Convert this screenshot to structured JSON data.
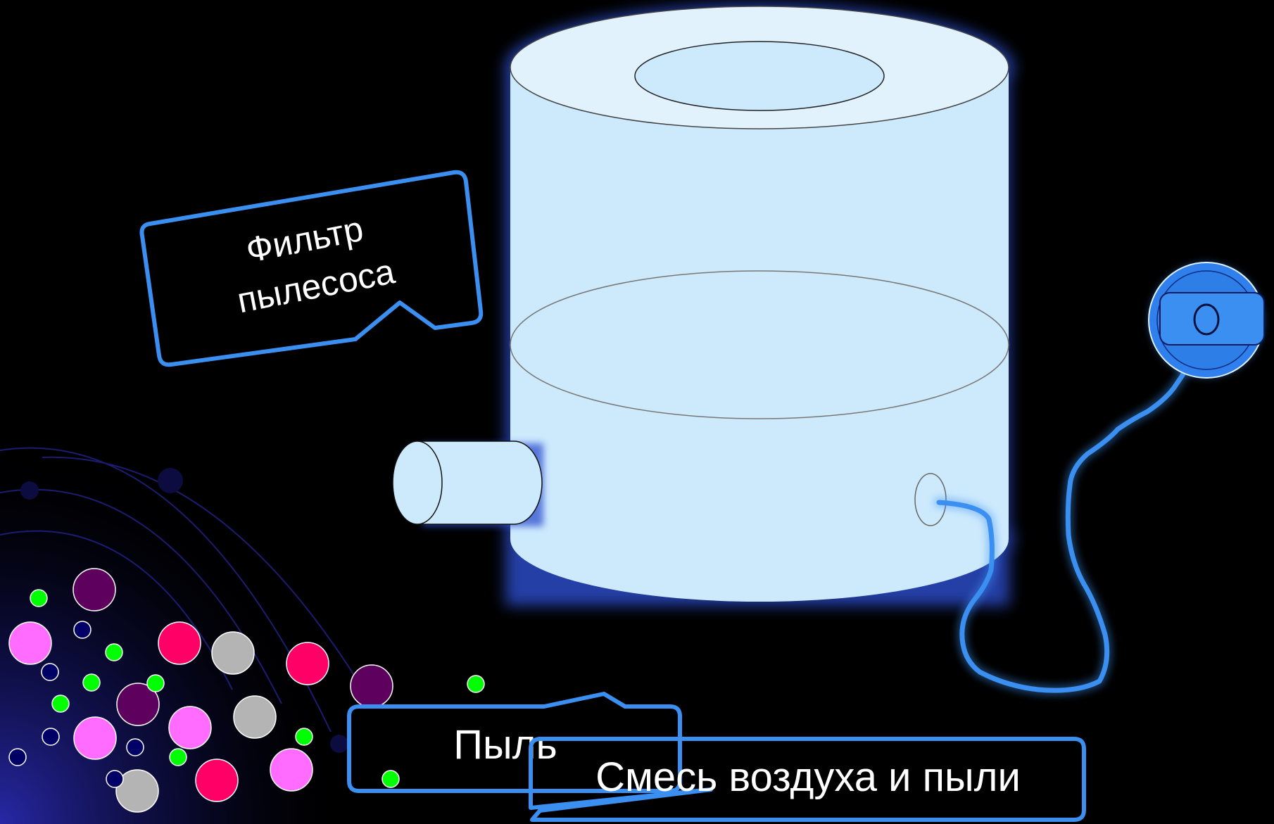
{
  "slide": {
    "background": "#000000",
    "accent_color": "#3a8ff0",
    "container_fill": "#cdeafd"
  },
  "labels": {
    "filter_line1": "Фильтр",
    "filter_line2": "пылесоса",
    "dust": "Пыль",
    "air_dust_mix": "Смесь воздуха и пыли"
  },
  "particle_colors": {
    "purple": "#5e005e",
    "magenta": "#ff6cff",
    "crimson": "#ff0066",
    "gray": "#b4b4b4",
    "green": "#00ff00",
    "navy": "#000066"
  }
}
